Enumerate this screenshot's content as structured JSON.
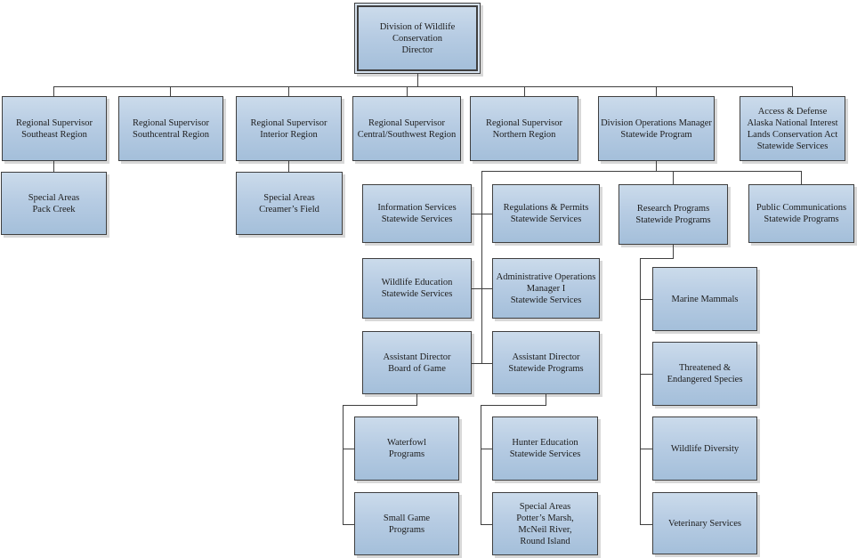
{
  "colors": {
    "box_fill_top": "#cbdbeb",
    "box_fill_bottom": "#a4bfda",
    "box_border": "#3f3f3f",
    "connector_line": "#3f3f3f",
    "box_shadow": "#d8d8d8",
    "text": "#1c1c1c",
    "background": "#ffffff"
  },
  "org": {
    "director": {
      "label": "Division of Wildlife\nConservation\nDirector"
    },
    "regions": {
      "rs_southeast": {
        "label": "Regional Supervisor\nSoutheast Region"
      },
      "rs_southcentral": {
        "label": "Regional Supervisor\nSouthcentral Region"
      },
      "rs_interior": {
        "label": "Regional Supervisor\nInterior Region"
      },
      "rs_central_southwest": {
        "label": "Regional Supervisor\nCentral/Southwest Region"
      },
      "rs_northern": {
        "label": "Regional Supervisor\nNorthern Region"
      },
      "division_operations_manager": {
        "label": "Division Operations Manager\nStatewide Program"
      },
      "access_defense": {
        "label": "Access & Defense\nAlaska National Interest\nLands Conservation Act\nStatewide Services"
      }
    },
    "special_areas": {
      "pack_creek": {
        "label": "Special Areas\nPack Creek"
      },
      "creamers_field": {
        "label": "Special Areas\nCreamer’s Field"
      }
    },
    "statewide": {
      "information_services": {
        "label": "Information Services\nStatewide Services"
      },
      "regulations_permits": {
        "label": "Regulations & Permits\nStatewide Services"
      },
      "wildlife_education": {
        "label": "Wildlife Education\nStatewide Services"
      },
      "admin_operations_manager": {
        "label": "Administrative Operations\nManager I\nStatewide Services"
      },
      "asst_director_board_of_game": {
        "label": "Assistant Director\nBoard of Game"
      },
      "asst_director_statewide_programs": {
        "label": "Assistant Director\nStatewide Programs"
      },
      "waterfowl_programs": {
        "label": "Waterfowl\nPrograms"
      },
      "small_game_programs": {
        "label": "Small Game\nPrograms"
      },
      "hunter_education": {
        "label": "Hunter Education\nStatewide Services"
      },
      "special_areas_potters_marsh": {
        "label": "Special Areas\nPotter’s Marsh,\nMcNeil River,\nRound Island"
      }
    },
    "research": {
      "research_programs": {
        "label": "Research Programs\nStatewide Programs"
      },
      "public_communications": {
        "label": "Public Communications\nStatewide Programs"
      },
      "marine_mammals": {
        "label": "Marine Mammals"
      },
      "threatened_endangered_species": {
        "label": "Threatened &\nEndangered Species"
      },
      "wildlife_diversity": {
        "label": "Wildlife Diversity"
      },
      "veterinary_services": {
        "label": "Veterinary Services"
      }
    }
  }
}
